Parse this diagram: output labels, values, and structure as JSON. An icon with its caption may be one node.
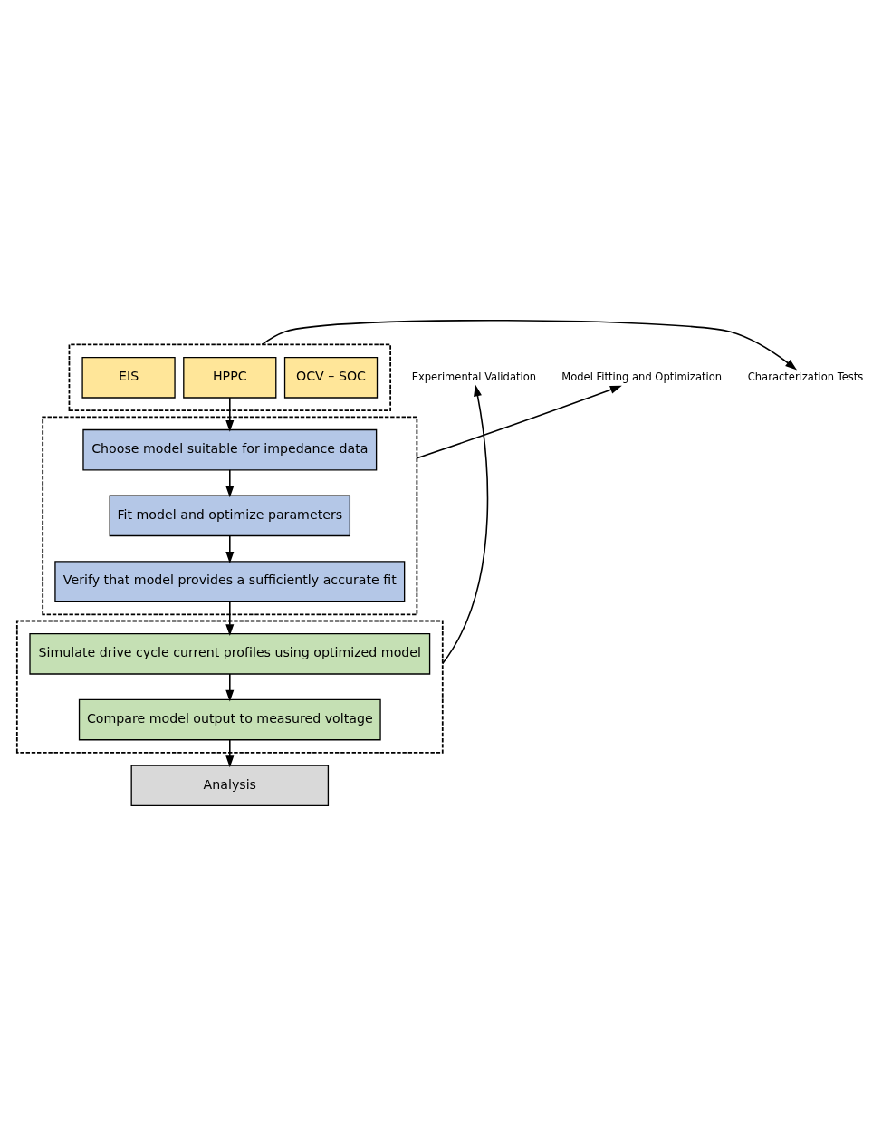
{
  "diagram": {
    "nodes": [
      {
        "text": [],
        "shape": "box"
      },
      {
        "text": [
          "OCV – SOC"
        ],
        "in": 0
      },
      {
        "text": [
          "HPPC"
        ],
        "in": 0
      },
      {
        "text": [
          "EIS"
        ],
        "in": 0
      },
      {
        "text": [],
        "shape": "box"
      },
      {
        "text": [
          "Choose model suitable for impedance data"
        ],
        "in": 4
      },
      {
        "text": [
          "Fit model and optimize parameters"
        ],
        "in": 4
      },
      {
        "text": [
          "Verify that model provides a sufficiently accurate fit"
        ],
        "in": 4
      },
      {
        "text": [],
        "shape": "box"
      },
      {
        "text": [
          "Simulate drive cycle current profiles using optimized model"
        ],
        "in": 8
      },
      {
        "text": [
          "Compare model output to measured voltage"
        ],
        "in": 8
      },
      {
        "text": [
          "Analysis"
        ]
      },
      {
        "text": [
          "Characterization Tests"
        ]
      },
      {
        "text": [
          "Model Fitting and Optimization"
        ]
      },
      {
        "text": [
          "Experimental Validation"
        ]
      }
    ],
    "edges": [
      {
        "from": 2,
        "to": 5,
        "arrow": "to"
      },
      {
        "from": 5,
        "to": 6,
        "arrow": "to"
      },
      {
        "from": 6,
        "to": 7,
        "arrow": "to"
      },
      {
        "from": 7,
        "to": 9,
        "arrow": "to"
      },
      {
        "from": 9,
        "to": 10,
        "arrow": "to"
      },
      {
        "from": 10,
        "to": 11,
        "arrow": "to"
      },
      {
        "from": 0,
        "to": 12,
        "arrow": "to"
      },
      {
        "from": 4,
        "to": 13,
        "arrow": "to"
      },
      {
        "from": 8,
        "to": 14,
        "arrow": "to"
      }
    ]
  }
}
